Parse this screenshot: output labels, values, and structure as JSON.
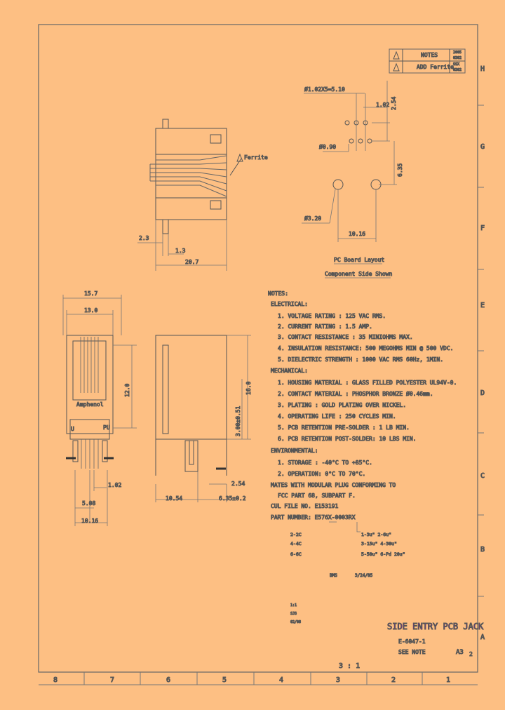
{
  "frame": {
    "zone_rows": [
      "H",
      "G",
      "F",
      "E",
      "D",
      "C",
      "B",
      "A"
    ],
    "zone_cols": [
      "8",
      "7",
      "6",
      "5",
      "4",
      "3",
      "2",
      "1"
    ]
  },
  "revision_block": {
    "title": "NOTES",
    "row_text": "ADD Ferrite",
    "small_marks": [
      "2005",
      "0302",
      "SSX",
      "0302"
    ]
  },
  "side_view": {
    "ferrite_label": "Ferrite",
    "dims": {
      "d1": "2.3",
      "d2": "1.3",
      "d3": "20.7"
    }
  },
  "pcb_layout": {
    "dims": {
      "pitch_row": "Ø1.02X5=5.10",
      "d102": "1.02",
      "d254": "2.54",
      "d090": "Ø0.90",
      "d635": "6.35",
      "d320": "Ø3.20",
      "d1016": "10.16"
    },
    "caption_1": "PC Board Layout",
    "caption_2": "Component Side Shown"
  },
  "front_view": {
    "brand": "Amphenol",
    "marks": [
      "U",
      "PU"
    ],
    "dims": {
      "w157": "15.7",
      "w130": "13.0",
      "h120": "12.0",
      "d102": "1.02",
      "d508": "5.08",
      "d1016": "10.16"
    }
  },
  "end_view": {
    "dims": {
      "h300": "3.00±0.51",
      "h160": "16.0",
      "d254": "2.54",
      "d1054": "10.54",
      "d635": "6.35±0.2"
    }
  },
  "notes": {
    "title": "NOTES:",
    "electrical_title": "ELECTRICAL:",
    "electrical": [
      "1. VOLTAGE RATING        : 125 VAC RMS.",
      "2. CURRENT RATING        : 1.5 AMP.",
      "3. CONTACT RESISTANCE    : 35 MINIOHMS MAX.",
      "4. INSULATION RESISTANCE: 500 MEGOHMS MIN @ 500 VDC.",
      "5. DIELECTRIC STRENGTH  : 1000 VAC RMS 60Hz, 1MIN."
    ],
    "mechanical_title": "MECHANICAL:",
    "mechanical": [
      "1. HOUSING MATERIAL          : GLASS FILLED POLYESTER UL94V-0.",
      "2. CONTACT MATERIAL          : PHOSPHOR BRONZE Ø0.46mm.",
      "3. PLATING                   : GOLD PLATING OVER NICKEL.",
      "4. OPERATING LIFE            : 250 CYCLES MIN.",
      "5. PCB RETENTION PRE-SOLDER  : 1 LB MIN.",
      "6. PCB RETENTION POST-SOLDER: 10 LBS MIN."
    ],
    "environmental_title": "ENVIRONMENTAL:",
    "environmental": [
      "1. STORAGE  : -40°C TO +85°C.",
      "2. OPERATION: 0°C TO 70°C."
    ],
    "mates_1": "MATES WITH MODULAR PLUG CONFORMING TO",
    "mates_2": "FCC PART 68, SUBPART F.",
    "cul": "CUL FILE NO. E153191",
    "part_number": "PART NUMBER: E576X-0003RX",
    "options_left": [
      "2-2C",
      "4-4C",
      "6-6C"
    ],
    "options_right": [
      "1-3u\"  2-6u\"",
      "3-15u\"  4-30u\"",
      "5-50u\"  6-Pd 20u\""
    ]
  },
  "title_block": {
    "sign_1": "BMS",
    "sign_2": "3/24/05",
    "small": [
      "1:1",
      "SJS",
      "02/08"
    ],
    "title": "SIDE ENTRY PCB JACK",
    "doc_no": "E-6047-1",
    "see_note": "SEE NOTE",
    "size": "A3",
    "sheet": "2",
    "scale": "3 : 1"
  },
  "colors": {
    "background": "#fdbf83",
    "ink": "#333333",
    "title_ink": "#b400c8"
  }
}
